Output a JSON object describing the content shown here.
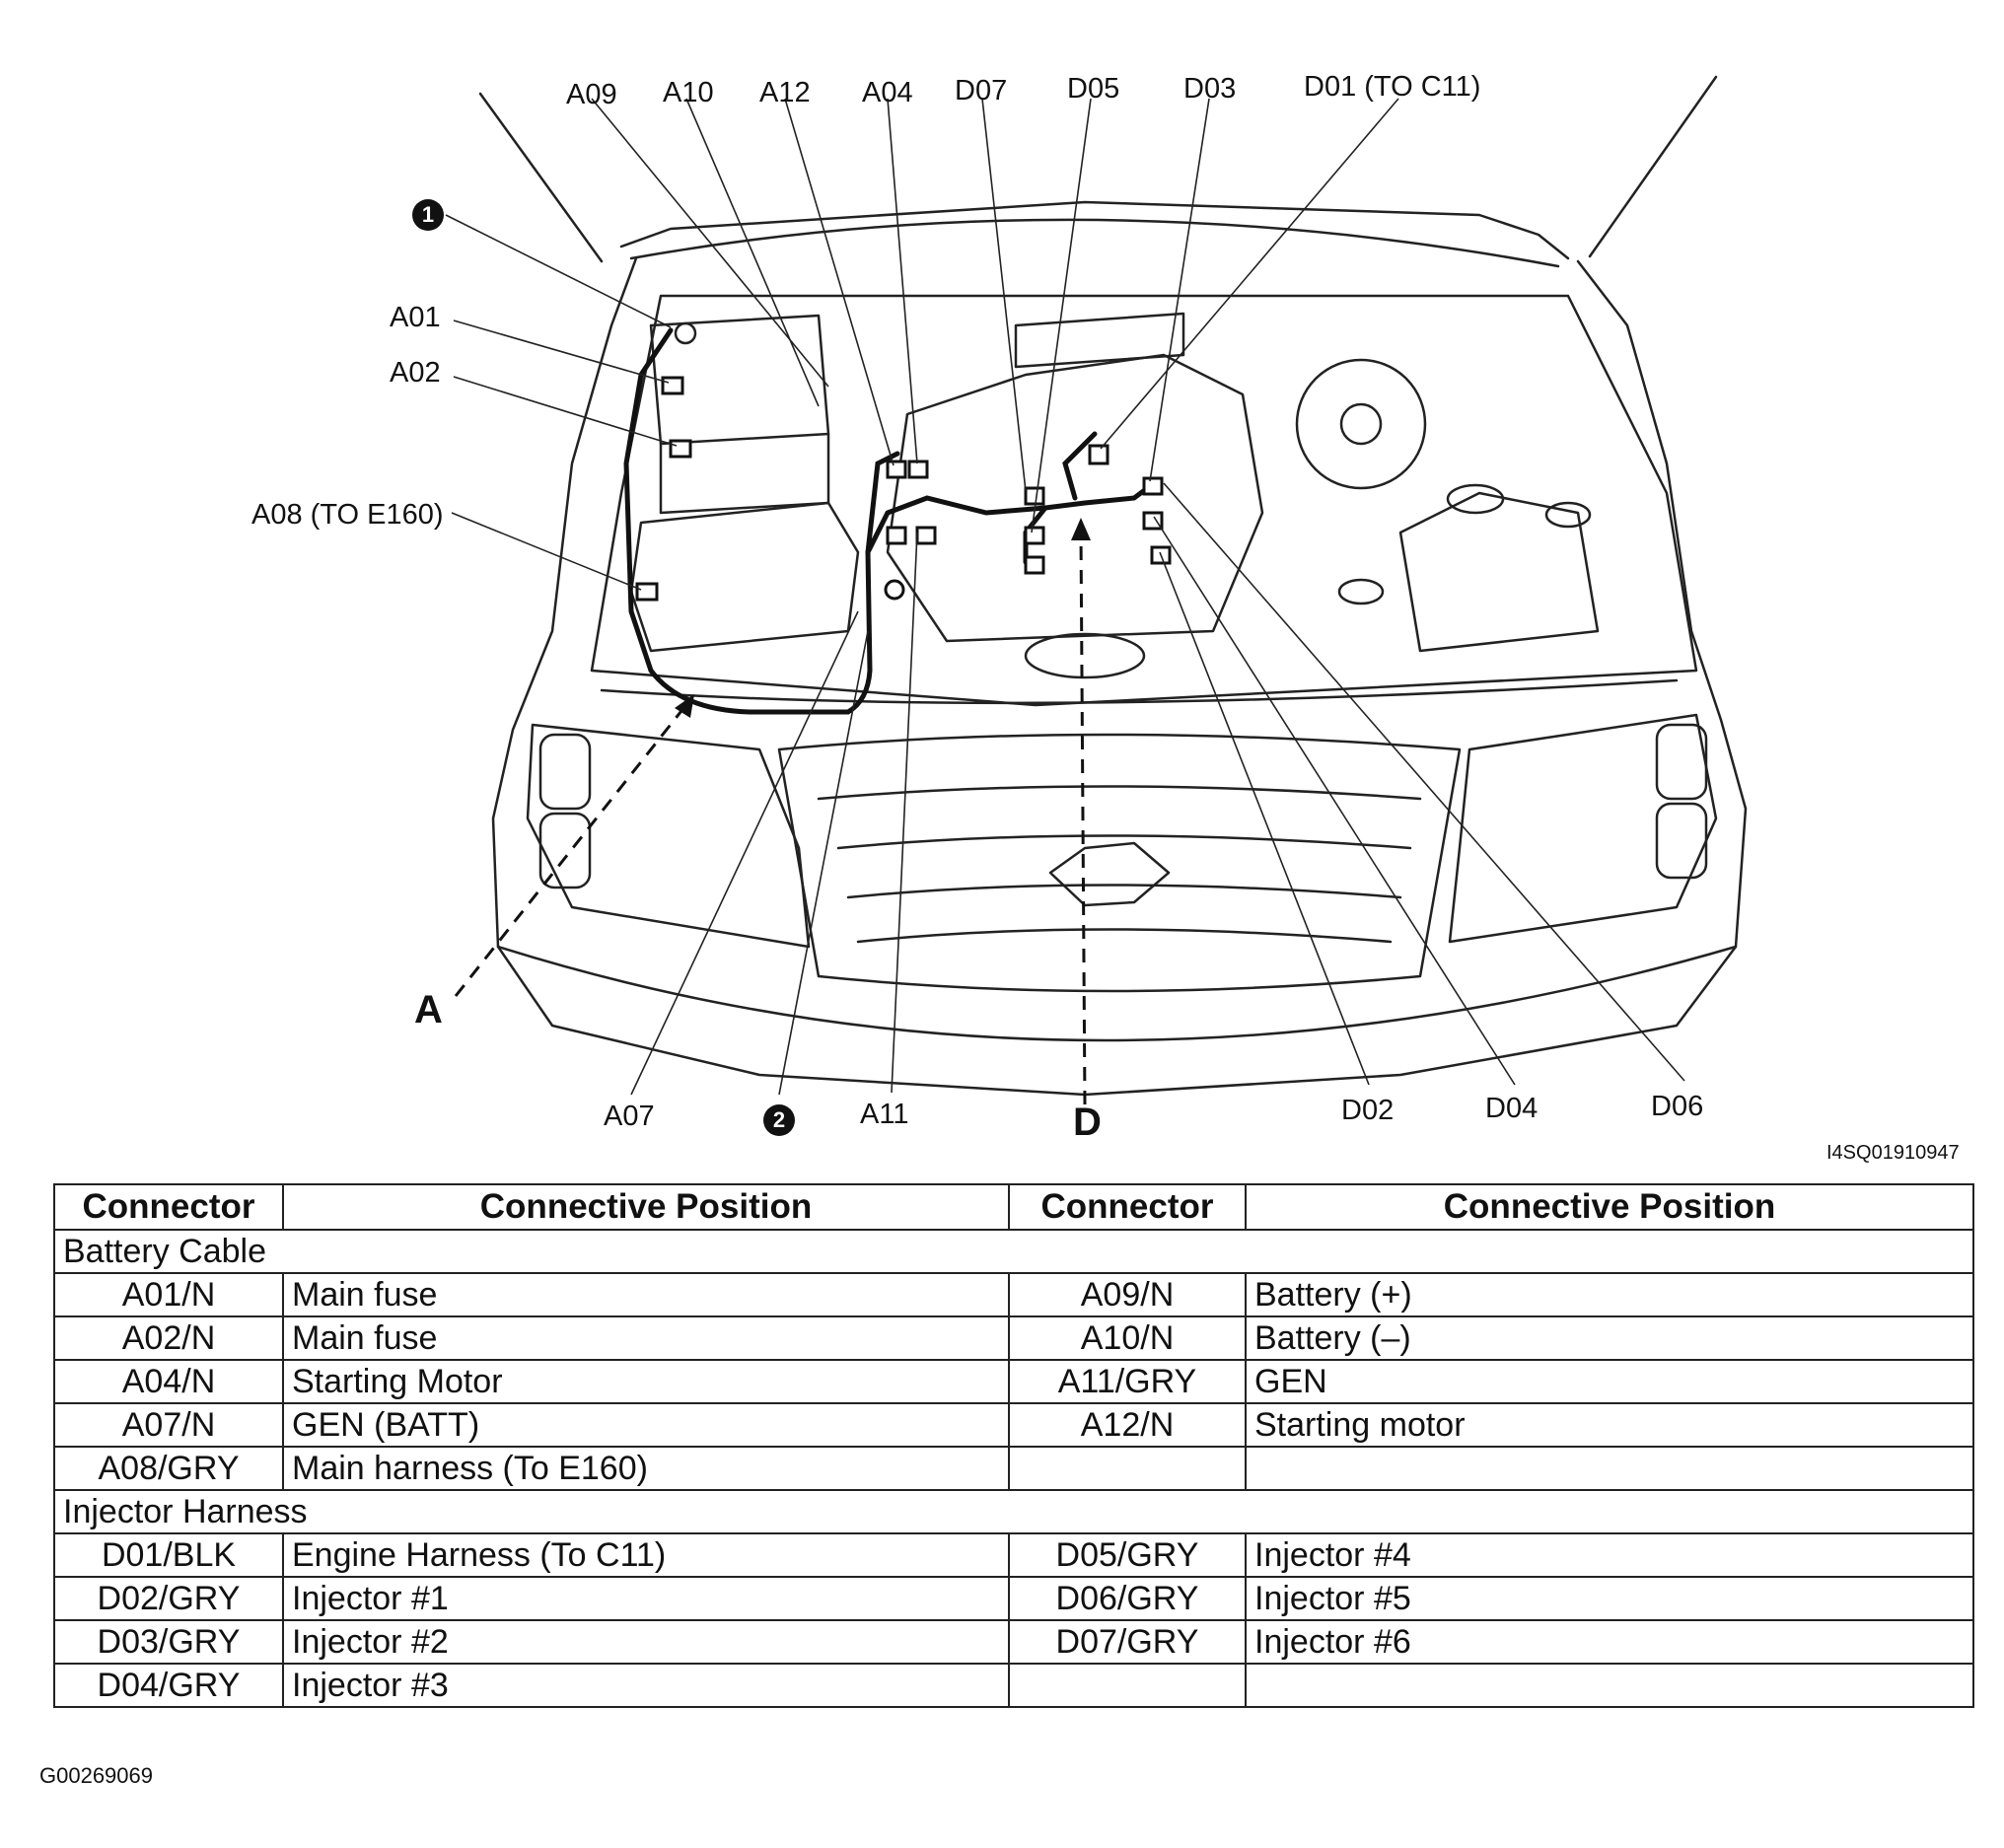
{
  "diagram": {
    "top_labels": [
      "A09",
      "A10",
      "A12",
      "A04",
      "D07",
      "D05",
      "D03",
      "D01 (TO C11)"
    ],
    "left_labels": [
      "A01",
      "A02",
      "A08 (TO E160)"
    ],
    "bottom_labels": [
      "A07",
      "A11",
      "D02",
      "D04",
      "D06"
    ],
    "bullets": [
      "1",
      "2"
    ],
    "view_labels": [
      "A",
      "D"
    ],
    "figure_code": "I4SQ01910947"
  },
  "table": {
    "headers": [
      "Connector",
      "Connective Position",
      "Connector",
      "Connective Position"
    ],
    "sections": [
      {
        "title": "Battery Cable",
        "rows": [
          [
            "A01/N",
            "Main fuse",
            "A09/N",
            "Battery (+)"
          ],
          [
            "A02/N",
            "Main fuse",
            "A10/N",
            "Battery (–)"
          ],
          [
            "A04/N",
            "Starting Motor",
            "A11/GRY",
            "GEN"
          ],
          [
            "A07/N",
            "GEN (BATT)",
            "A12/N",
            "Starting motor"
          ],
          [
            "A08/GRY",
            "Main harness (To E160)",
            "",
            ""
          ]
        ]
      },
      {
        "title": "Injector Harness",
        "rows": [
          [
            "D01/BLK",
            "Engine Harness (To C11)",
            "D05/GRY",
            "Injector #4"
          ],
          [
            "D02/GRY",
            "Injector #1",
            "D06/GRY",
            "Injector #5"
          ],
          [
            "D03/GRY",
            "Injector #2",
            "D07/GRY",
            "Injector #6"
          ],
          [
            "D04/GRY",
            "Injector #3",
            "",
            ""
          ]
        ]
      }
    ]
  },
  "footer": {
    "code": "G00269069"
  }
}
